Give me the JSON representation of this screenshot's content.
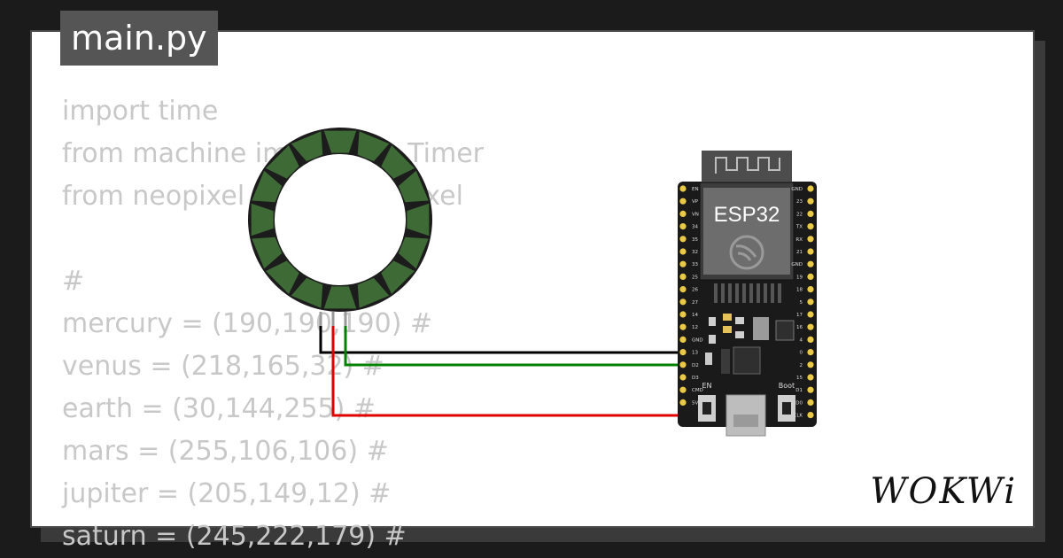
{
  "file_tab": {
    "label": "main.py"
  },
  "code_lines": [
    "import time",
    "from machine import Pin, Timer",
    "from neopixel import NeoPixel",
    "",
    "#",
    "mercury = (190,190,190) #",
    "venus = (218,165,32) #",
    "earth = (30,144,255) #",
    "mars = (255,106,106) #",
    "jupiter = (205,149,12) #",
    "saturn = (245,222,179) #"
  ],
  "board": {
    "chip_label": "ESP32",
    "en_label": "EN",
    "boot_label": "Boot",
    "left_pins": [
      "EN",
      "VP",
      "VN",
      "34",
      "35",
      "32",
      "33",
      "25",
      "26",
      "27",
      "14",
      "12",
      "GND",
      "13",
      "D2",
      "D3",
      "CMD",
      "5V"
    ],
    "right_pins": [
      "GND",
      "23",
      "22",
      "TX",
      "RX",
      "21",
      "GND",
      "19",
      "18",
      "5",
      "17",
      "16",
      "4",
      "0",
      "2",
      "15",
      "D1",
      "D0",
      "CLK"
    ]
  },
  "wires": {
    "gnd_color": "#000000",
    "data_color": "#008000",
    "power_color": "#e00000"
  },
  "ring": {
    "pixel_color": "#3e6a36",
    "body_color": "#1c1c1c"
  },
  "brand": {
    "logo_text": "WOKWi"
  }
}
